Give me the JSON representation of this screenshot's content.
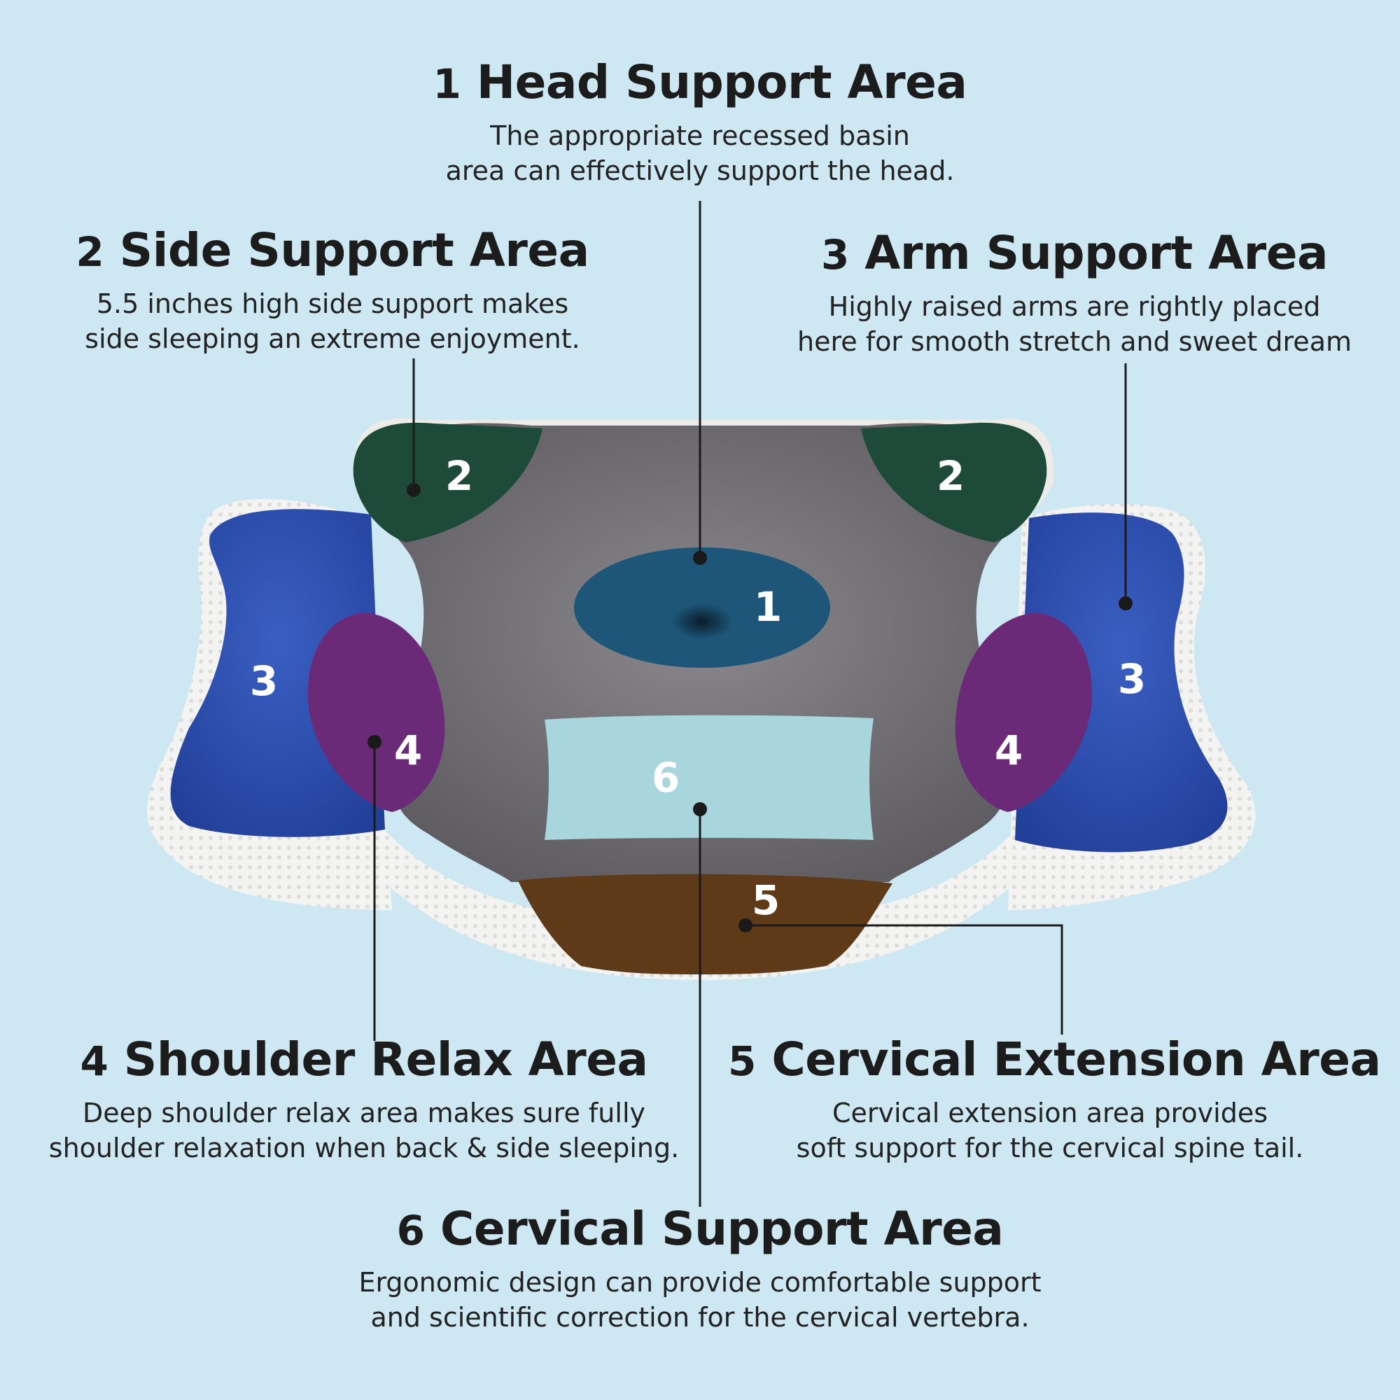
{
  "colors": {
    "background": "#cde8f3",
    "pillow_body": "#727074",
    "side_support": "#1e4a3a",
    "arm_support": "#2c4cab",
    "head_support": "#1d5678",
    "shoulder_relax": "#6a2a78",
    "cervical_extension": "#5e3a18",
    "cervical_support": "#a9d6dc",
    "edge": "#f1f1ef"
  },
  "zone_labels": {
    "head": "1",
    "side_left": "2",
    "side_right": "2",
    "arm_left": "3",
    "arm_right": "3",
    "shoulder_left": "4",
    "shoulder_right": "4",
    "cervical_extension": "5",
    "cervical_support": "6"
  },
  "areas": [
    {
      "number": "1",
      "title": "Head Support Area",
      "lines": [
        "The appropriate recessed basin",
        "area can effectively support the head."
      ]
    },
    {
      "number": "2",
      "title": "Side Support Area",
      "lines": [
        "5.5 inches high side support makes",
        "side sleeping an extreme enjoyment."
      ]
    },
    {
      "number": "3",
      "title": "Arm Support Area",
      "lines": [
        "Highly raised arms are rightly placed",
        "here for smooth stretch and sweet dream"
      ]
    },
    {
      "number": "4",
      "title": "Shoulder Relax Area",
      "lines": [
        "Deep shoulder relax area makes sure fully",
        "shoulder relaxation when back & side sleeping."
      ]
    },
    {
      "number": "5",
      "title": "Cervical Extension Area",
      "lines": [
        "Cervical extension area provides",
        "soft support for the cervical spine tail."
      ]
    },
    {
      "number": "6",
      "title": "Cervical Support Area",
      "lines": [
        "Ergonomic design can provide comfortable support",
        "and scientific correction for the cervical vertebra."
      ]
    }
  ]
}
